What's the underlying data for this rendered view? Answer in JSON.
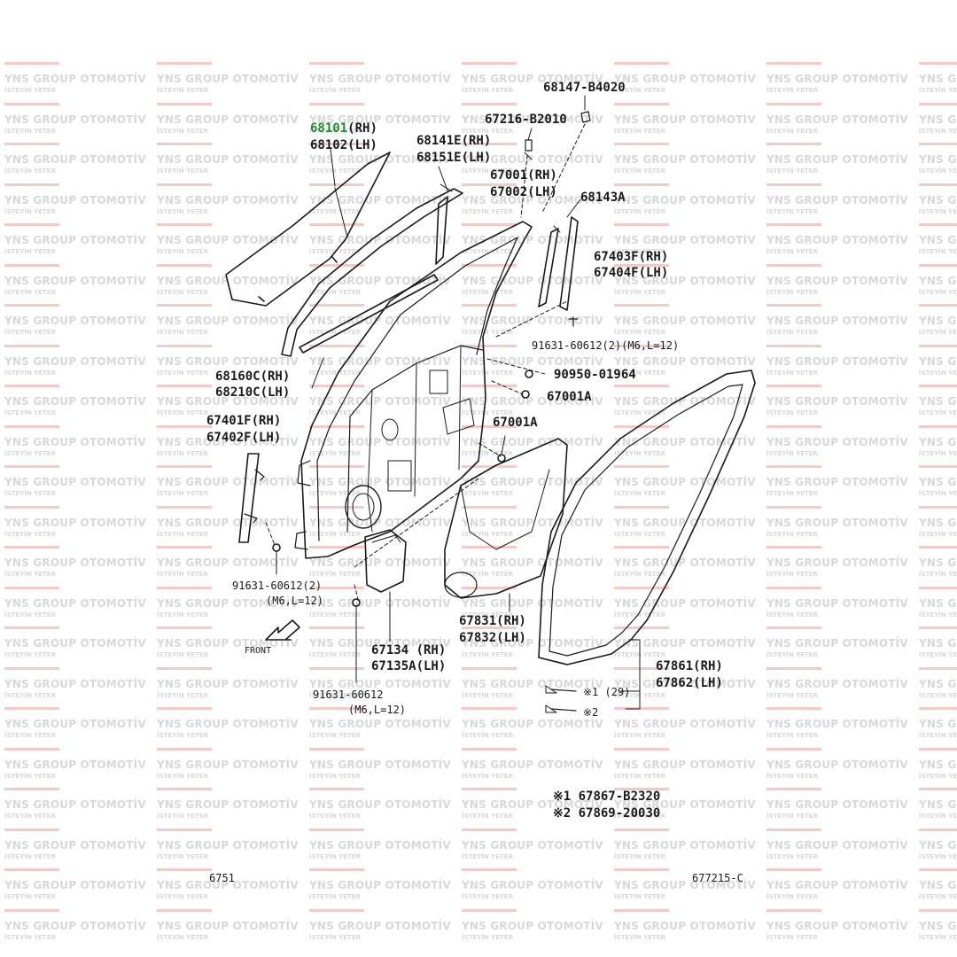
{
  "watermark": {
    "brand": "YNS GROUP OTOMOTİV",
    "slogan": "İSTEYİN YETER"
  },
  "parts": {
    "p68101": "68101",
    "p68101_side": "(RH)",
    "p68102": "68102(LH)",
    "p68141": "68141E(RH)",
    "p68151": "68151E(LH)",
    "p68147": "68147-B4020",
    "p67216": "67216-B2010",
    "p67001": "67001(RH)",
    "p67002": "67002(LH)",
    "p68143": "68143A",
    "p67403": "67403F(RH)",
    "p67404": "67404F(LH)",
    "p91631_top": "91631-60612(2)",
    "p91631_top_note": "(M6,L=12)",
    "p90950": "90950-01964",
    "p67001a_1": "67001A",
    "p67001a_2": "67001A",
    "p68160": "68160C(RH)",
    "p68210": "68210C(LH)",
    "p67401": "67401F(RH)",
    "p67402": "67402F(LH)",
    "p91631_left": "91631-60612(2)",
    "p91631_left_note": "(M6,L=12)",
    "front": "FRONT",
    "p67134": "67134 (RH)",
    "p67135": "67135A(LH)",
    "p91631_bottom": "91631-60612",
    "p91631_bottom_note": "(M6,L=12)",
    "p67831": "67831(RH)",
    "p67832": "67832(LH)",
    "p67861": "67861(RH)",
    "p67862": "67862(LH)",
    "mark1": "※1 (29)",
    "mark2": "※2",
    "note1": "※1  67867-B2320",
    "note2": "※2  67869-20030",
    "code_left": "6751",
    "code_right": "677215-C"
  },
  "colors": {
    "line": "#1a1a1a",
    "highlight": "#1f8a2e",
    "watermark_text": "#d8d8d8",
    "watermark_bar": "#f6c9c9"
  }
}
